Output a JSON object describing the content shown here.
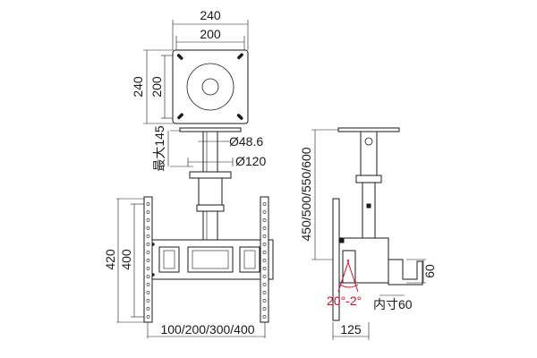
{
  "labels": {
    "plate_width_outer": "240",
    "plate_width_inner": "200",
    "plate_height_outer": "240",
    "plate_height_inner": "200",
    "max_145": "最大145",
    "dia_48": "Ø48.6",
    "dia_120": "Ø120",
    "height_420": "420",
    "height_400": "400",
    "vesa_widths": "100/200/300/400",
    "drop_lengths": "450/500/550/600",
    "side_60": "60",
    "inner_60": "内寸60",
    "tilt": "20°-2°",
    "depth_125": "125"
  },
  "colors": {
    "line": "#1a1a1a",
    "tilt_accent": "#d0102a",
    "background": "#ffffff"
  }
}
